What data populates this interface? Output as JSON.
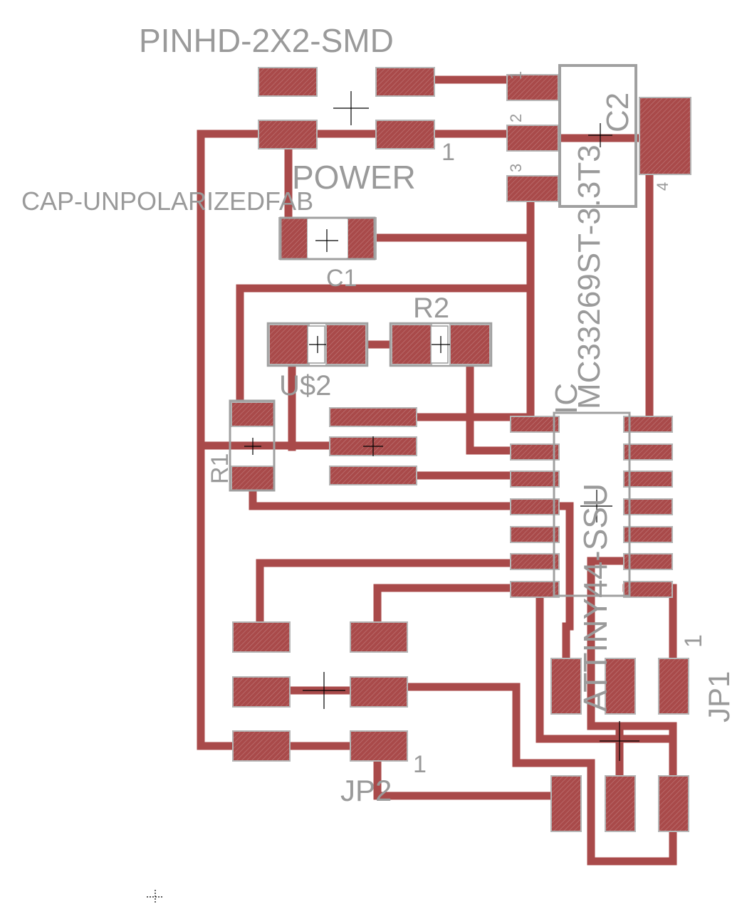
{
  "labels": {
    "pinhd": "PINHD-2X2-SMD",
    "power": "POWER",
    "cap_unpolarized": "CAP-UNPOLARIZEDFAB",
    "c1": "C1",
    "r2": "R2",
    "us2": "U$2",
    "r1": "R1",
    "ic": "IC",
    "attiny": "ATTINY44-SSU",
    "mc": "MC33269ST-3.3T3",
    "c2": "C2",
    "jp1": "JP1",
    "jp2": "JP2",
    "one_power": "1",
    "one_jp1": "1",
    "one_jp2": "1",
    "pin1": "1",
    "pin2": "2",
    "pin3": "3",
    "pin4": "4"
  },
  "colors": {
    "copper": "#a94a4a",
    "silkscreen": "#9a9a9a",
    "background": "#ffffff"
  }
}
